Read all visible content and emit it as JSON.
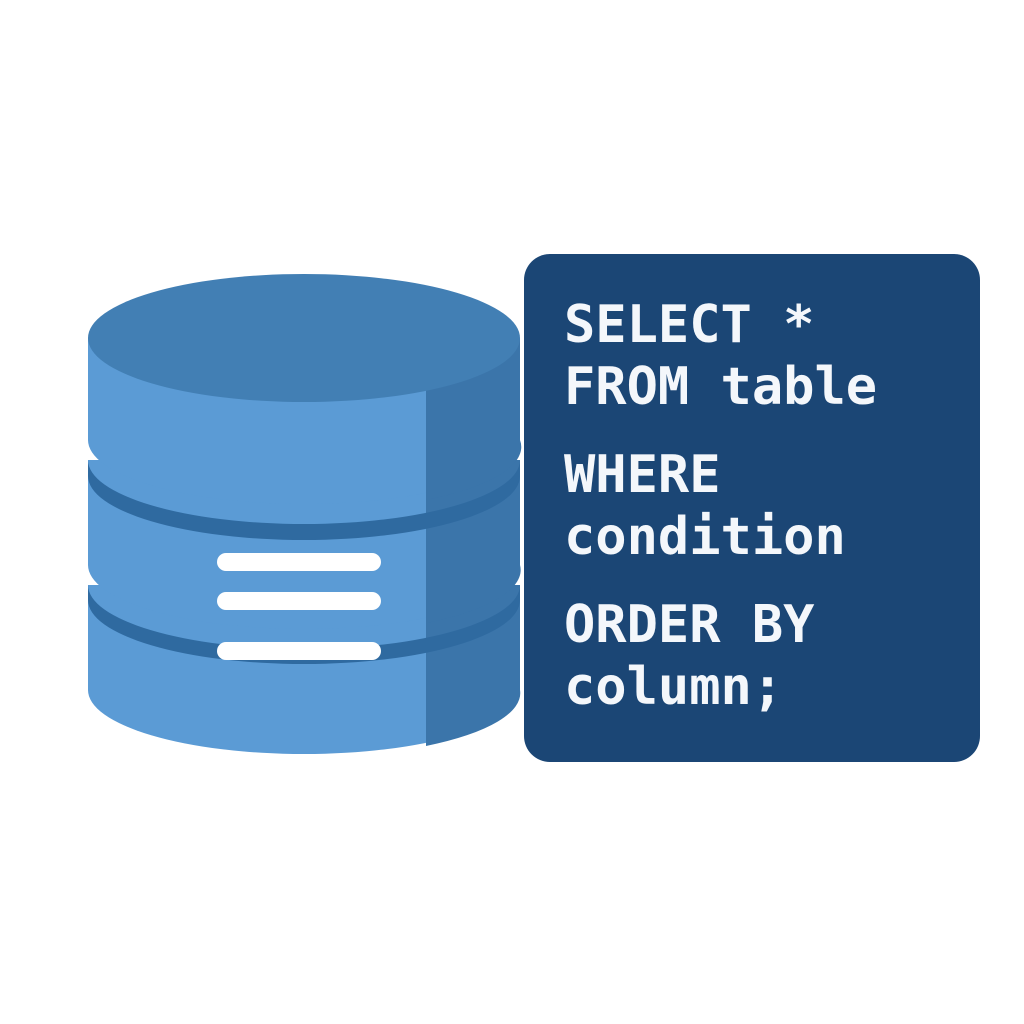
{
  "illustration": {
    "icon": "database-icon",
    "colors": {
      "background": "#ffffff",
      "db_top": "#427fb4",
      "db_side": "#5b9bd5",
      "db_shade": "#3b75aa",
      "db_band": "#2f6aa0",
      "db_lines": "#ffffff",
      "panel": "#1b4675",
      "code_text": "#f4f7fb"
    }
  },
  "code": {
    "line1": "SELECT *",
    "line2": "FROM table",
    "line3": "WHERE",
    "line4": "condition",
    "line5": "ORDER BY",
    "line6": "column;"
  }
}
